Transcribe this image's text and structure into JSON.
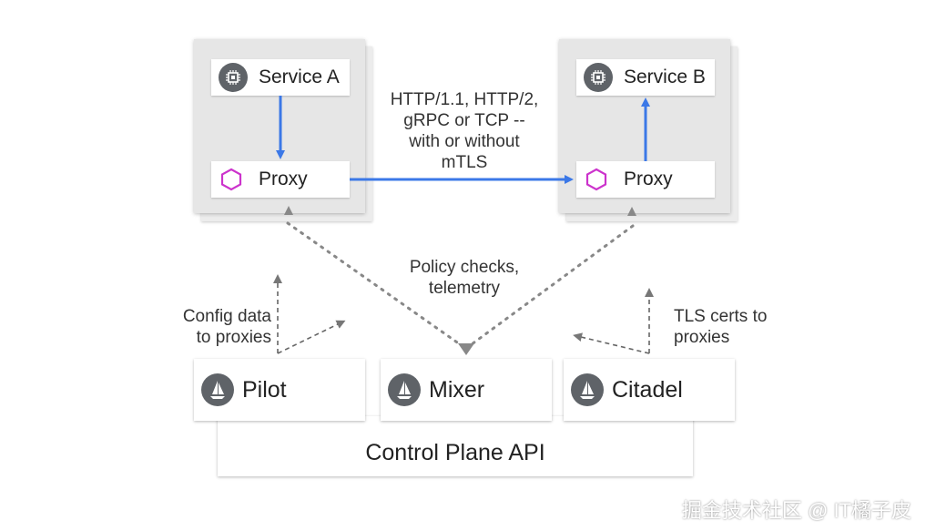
{
  "pods": {
    "left": {
      "service_label": "Service A",
      "proxy_label": "Proxy"
    },
    "right": {
      "service_label": "Service B",
      "proxy_label": "Proxy"
    }
  },
  "annotations": {
    "protocol": [
      "HTTP/1.1, HTTP/2,",
      "gRPC or TCP --",
      "with or without",
      "mTLS"
    ],
    "policy": [
      "Policy checks,",
      "telemetry"
    ],
    "config": [
      "Config data",
      "to proxies"
    ],
    "tls": [
      "TLS certs to",
      "proxies"
    ]
  },
  "control_plane": {
    "pilot": "Pilot",
    "mixer": "Mixer",
    "citadel": "Citadel",
    "api_label": "Control Plane API"
  },
  "watermark": "掘金技术社区 @ IT橘子皮",
  "colors": {
    "flow_arrow": "#3b78e7",
    "proxy_hex": "#cc33cc",
    "icon_bg": "#5f6368",
    "dotted": "#888888"
  },
  "icons": {
    "service": "chip-icon",
    "proxy": "hexagon-icon",
    "control_plane": "sail-icon"
  }
}
